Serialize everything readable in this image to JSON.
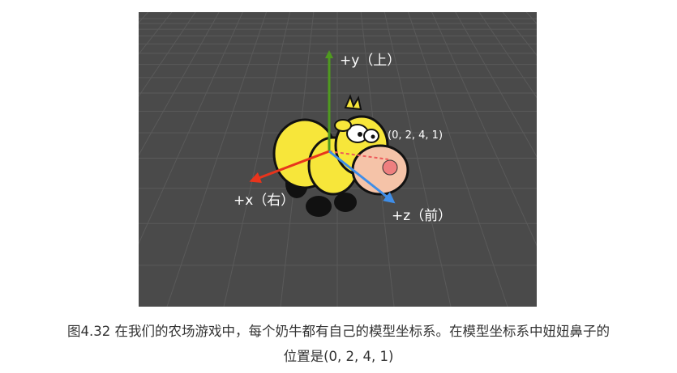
{
  "figure": {
    "labels": {
      "y_axis": "+y（上）",
      "x_axis": "+x（右）",
      "z_axis": "+z（前）",
      "point": "(0, 2, 4, 1)"
    },
    "colors": {
      "background": "#4a4a4a",
      "grid": "#5a5a5a",
      "y_axis": "#4f9a1f",
      "x_axis": "#e8341c",
      "z_axis": "#3f8ee8",
      "cow_body": "#f7e63a",
      "cow_snout": "#f5c3a8",
      "nose": "#ee7f7f"
    }
  },
  "caption": {
    "line1": "图4.32 在我们的农场游戏中，每个奶牛都有自己的模型坐标系。在模型坐标系中妞妞鼻子的",
    "line2": "位置是(0, 2, 4, 1)"
  }
}
